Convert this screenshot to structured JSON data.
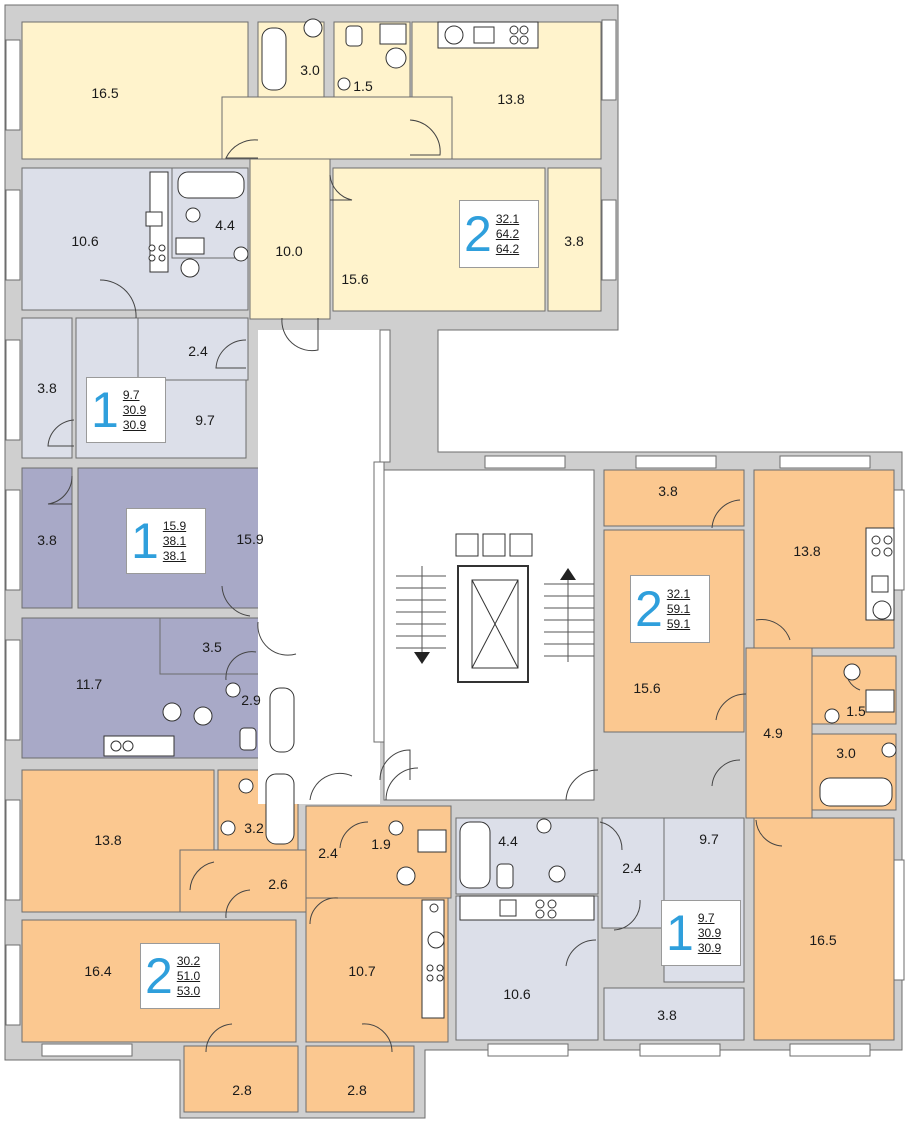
{
  "colors": {
    "cream": "#fff3cc",
    "lightblue": "#dcdfe9",
    "purple": "#a8a9c7",
    "orange": "#fbc890",
    "wall": "#cfcfcf",
    "wall_line": "#6d6d6d",
    "badge_number": "#2f9fdc"
  },
  "rooms": {
    "r165a": "16.5",
    "r30a": "3.0",
    "r15a": "1.5",
    "r138a": "13.8",
    "r106a": "10.6",
    "r44a": "4.4",
    "r100": "10.0",
    "r156a": "15.6",
    "r38b": "3.8",
    "r24a": "2.4",
    "r38c": "3.8",
    "r97a": "9.7",
    "r38d": "3.8",
    "r159": "15.9",
    "r35": "3.5",
    "r117": "11.7",
    "r29": "2.9",
    "r138c": "13.8",
    "r32": "3.2",
    "r24c": "2.4",
    "r19": "1.9",
    "r26": "2.6",
    "r164": "16.4",
    "r107": "10.7",
    "r28a": "2.8",
    "r28b": "2.8",
    "r38e": "3.8",
    "r138b": "13.8",
    "r156b": "15.6",
    "r49": "4.9",
    "r15b": "1.5",
    "r30b": "3.0",
    "r44b": "4.4",
    "r24b": "2.4",
    "r97b": "9.7",
    "r106b": "10.6",
    "r38f": "3.8",
    "r165b": "16.5"
  },
  "apartments": [
    {
      "rooms": "2",
      "living": "32.1",
      "total": "64.2",
      "total_full": "64.2"
    },
    {
      "rooms": "1",
      "living": "9.7",
      "total": "30.9",
      "total_full": "30.9"
    },
    {
      "rooms": "1",
      "living": "15.9",
      "total": "38.1",
      "total_full": "38.1"
    },
    {
      "rooms": "2",
      "living": "32.1",
      "total": "59.1",
      "total_full": "59.1"
    },
    {
      "rooms": "1",
      "living": "9.7",
      "total": "30.9",
      "total_full": "30.9"
    },
    {
      "rooms": "2",
      "living": "30.2",
      "total": "51.0",
      "total_full": "53.0"
    }
  ]
}
